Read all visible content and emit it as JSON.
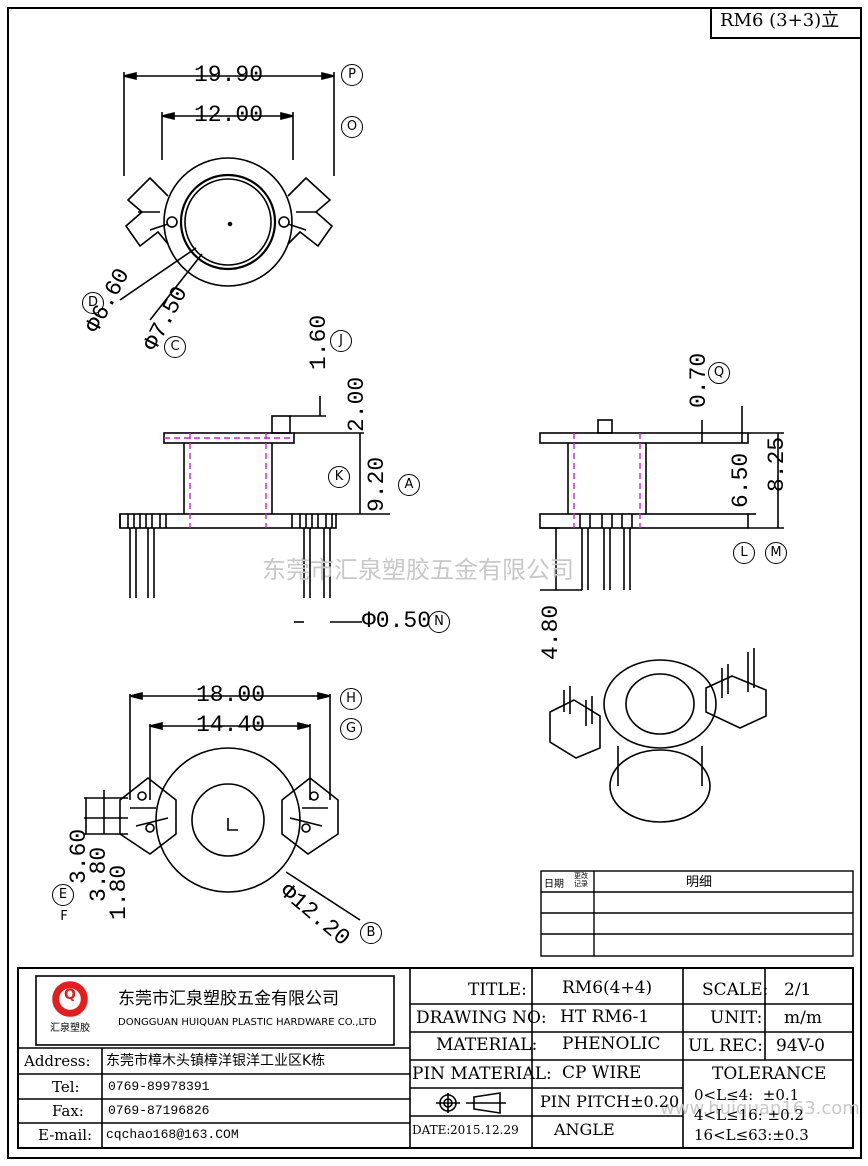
{
  "header_tag": "RM6 (3+3)立",
  "watermark": "东莞市汇泉塑胶五金有限公司",
  "watermark_url": "www.huiquan163.com",
  "top_view": {
    "dim_outer": "19.90",
    "dim_inner": "12.00",
    "dia_inner": "Φ6.60",
    "dia_outer": "Φ7.50",
    "tag_p": "P",
    "tag_o": "O",
    "tag_d": "D",
    "tag_c": "C"
  },
  "front_view": {
    "dim_pin_top": "1.60",
    "dim_top_flange": "2.00",
    "dim_height": "9.20",
    "dim_pin_dia": "Φ0.50",
    "tag_j": "J",
    "tag_k": "K",
    "tag_a": "A",
    "tag_n": "N"
  },
  "side_view": {
    "dim_flange_t": "0.70",
    "dim_winding": "6.50",
    "dim_total": "8.25",
    "dim_pin_len": "4.80",
    "tag_q": "Q",
    "tag_l": "L",
    "tag_m": "M"
  },
  "bottom_view": {
    "dim_outer": "18.00",
    "dim_inner": "14.40",
    "dia_base": "Φ12.20",
    "dim_v1": "3.60",
    "dim_v2": "3.80",
    "dim_v3": "1.80",
    "tag_h": "H",
    "tag_g": "G",
    "tag_e": "E",
    "tag_f": "F",
    "tag_b": "B"
  },
  "revision_table": {
    "col_date": "日期",
    "col_change": "更改记录",
    "col_detail": "明细"
  },
  "title_block": {
    "company_cn": "东莞市汇泉塑胶五金有限公司",
    "company_en": "DONGGUAN HUIQUAN PLASTIC HARDWARE CO.,LTD",
    "logo_letter": "Q",
    "logo_caption": "汇泉塑胶",
    "address_label": "Address:",
    "address_value": "东莞市樟木头镇樟洋银洋工业区K栋",
    "tel_label": "Tel:",
    "tel_value": "0769-89978391",
    "fax_label": "Fax:",
    "fax_value": "0769-87196826",
    "email_label": "E-mail:",
    "email_value": "cqchao168@163.COM",
    "title_label": "TITLE:",
    "title_value": "RM6(4+4)",
    "drawing_label": "DRAWING NO:",
    "drawing_value": "HT RM6-1",
    "material_label": "MATERIAL:",
    "material_value": "PHENOLIC",
    "pin_material_label": "PIN MATERIAL:",
    "pin_material_value": "CP WIRE",
    "pin_pitch": "PIN PITCH±0.20",
    "date_label": "DATE:",
    "date_value": "2015.12.29",
    "angle": "ANGLE",
    "scale_label": "SCALE:",
    "scale_value": "2/1",
    "unit_label": "UNIT:",
    "unit_value": "m/m",
    "ul_label": "UL REC:",
    "ul_value": "94V-0",
    "tolerance_label": "TOLERANCE",
    "tol_1": "0<L≤4:  ±0.1",
    "tol_2": "4<L≤16: ±0.2",
    "tol_3": "16<L≤63:±0.3"
  }
}
